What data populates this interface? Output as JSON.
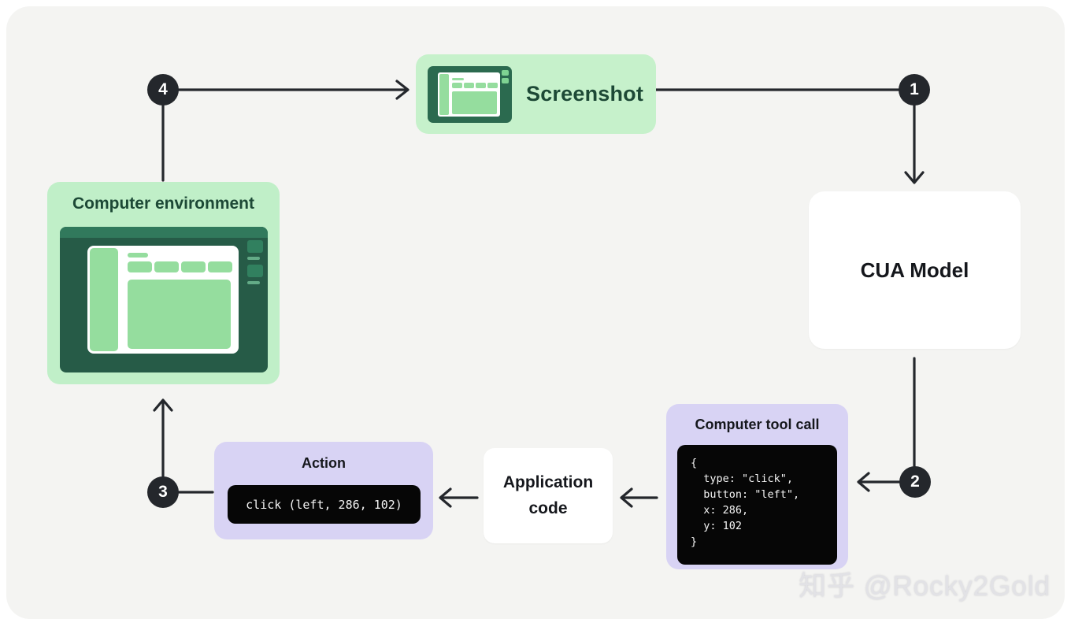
{
  "colors": {
    "page_bg": "#ffffff",
    "canvas_bg": "#f4f4f2",
    "green_light": "#c6f1cb",
    "green_panel_light": "#c0efc8",
    "green_dark": "#265b47",
    "green_topbar": "#31795c",
    "green_mid": "#95dd9e",
    "green_button": "#7fd392",
    "green_icon_square": "#31805f",
    "green_icon_dash": "#63ab87",
    "green_title_text": "#1d4936",
    "purple": "#d8d3f4",
    "code_bg": "#060606",
    "code_text": "#f5f5f5",
    "dark_text": "#15171c",
    "arrow": "#24272c",
    "badge_bg": "#24272c",
    "badge_text": "#ffffff",
    "watermark_text": "#e2e2e6"
  },
  "boxes": {
    "screenshot": {
      "label": "Screenshot",
      "icon": "window-screenshot-icon"
    },
    "cua_model": {
      "label": "CUA Model"
    },
    "computer_tool_call": {
      "title": "Computer tool call",
      "code": "{\n  type: \"click\",\n  button: \"left\",\n  x: 286,\n  y: 102\n}"
    },
    "application_code": {
      "label": "Application code"
    },
    "action": {
      "title": "Action",
      "code": "click (left, 286, 102)"
    },
    "computer_environment": {
      "title": "Computer environment",
      "icon": "computer-window-icon"
    }
  },
  "steps": [
    "1",
    "2",
    "3",
    "4"
  ],
  "watermark": "知乎 @Rocky2Gold"
}
